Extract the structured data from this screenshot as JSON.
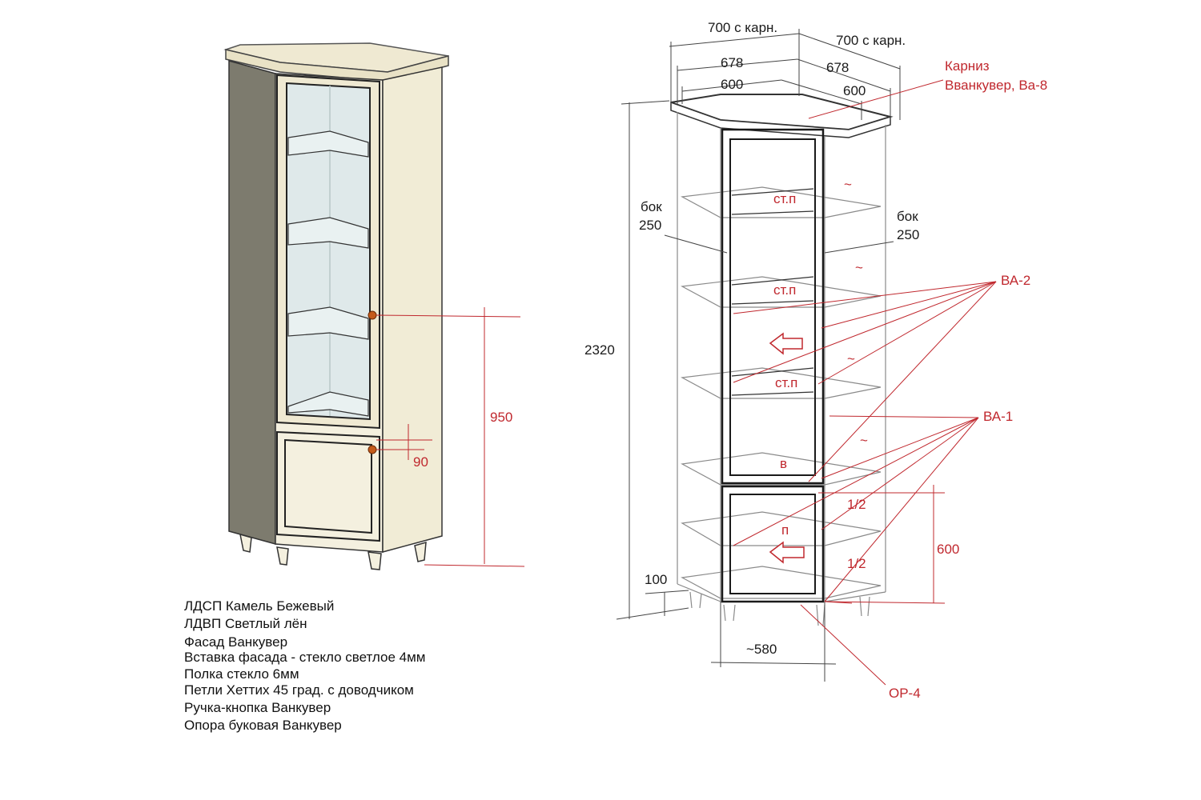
{
  "colors": {
    "ink": "#1a1a1a",
    "red": "#c0282e",
    "cabinet": "#f4f0df",
    "glass": "#dfe9ea",
    "handle": "#c45a1a"
  },
  "dimensions": {
    "width_cornice_left": "700 с карн.",
    "width_cornice_right": "700 с карн.",
    "d678_left": "678",
    "d678_right": "678",
    "d600_left": "600",
    "d600_right": "600",
    "height_total": "2320",
    "side_left_label": "бок",
    "side_left_value": "250",
    "side_right_label": "бок",
    "side_right_value": "250",
    "plinth": "100",
    "front_width": "~580",
    "iso_height_950": "950",
    "iso_90": "90",
    "bottom_600": "600",
    "half_top": "1/2",
    "half_bottom": "1/2"
  },
  "annotations": {
    "cornice": [
      "Карниз",
      "Вванкувер, Ва-8"
    ],
    "ba2": "ВА-2",
    "ba1": "ВА-1",
    "op4": "ОР-4",
    "shelf_glass": "ст.п",
    "shelf_b": "в",
    "shelf_p": "п",
    "tilde": "~"
  },
  "materials": [
    "ЛДСП Камель Бежевый",
    "ЛДВП   Светлый лён",
    "Фасад Ванкувер",
    "Вставка фасада - стекло светлое 4мм",
    "Полка стекло  6мм",
    "Петли Хеттих 45 град. с доводчиком",
    "Ручка-кнопка Ванкувер",
    "Опора буковая Ванкувер"
  ]
}
